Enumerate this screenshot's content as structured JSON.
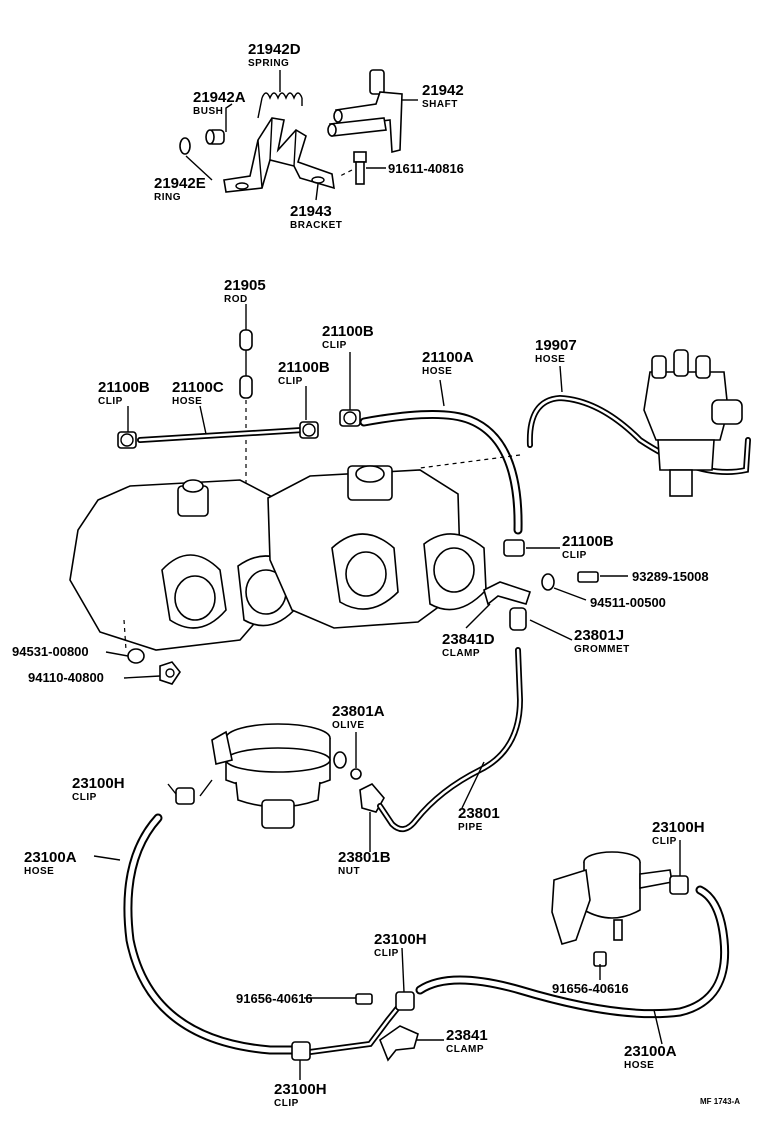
{
  "labels": [
    {
      "id": "21942D",
      "number": "21942D",
      "name": "SPRING"
    },
    {
      "id": "21942A",
      "number": "21942A",
      "name": "BUSH"
    },
    {
      "id": "21942",
      "number": "21942",
      "name": "SHAFT"
    },
    {
      "id": "91611-40816",
      "number": "91611-40816",
      "name": ""
    },
    {
      "id": "21942E",
      "number": "21942E",
      "name": "RING"
    },
    {
      "id": "21943",
      "number": "21943",
      "name": "BRACKET"
    },
    {
      "id": "21905",
      "number": "21905",
      "name": "ROD"
    },
    {
      "id": "21100B_top",
      "number": "21100B",
      "name": "CLIP"
    },
    {
      "id": "21100A_top",
      "number": "21100A",
      "name": "HOSE"
    },
    {
      "id": "19907",
      "number": "19907",
      "name": "HOSE"
    },
    {
      "id": "21100B_mid",
      "number": "21100B",
      "name": "CLIP"
    },
    {
      "id": "21100B_left",
      "number": "21100B",
      "name": "CLIP"
    },
    {
      "id": "21100C",
      "number": "21100C",
      "name": "HOSE"
    },
    {
      "id": "21100B_right",
      "number": "21100B",
      "name": "CLIP"
    },
    {
      "id": "93289-15008",
      "number": "93289-15008",
      "name": ""
    },
    {
      "id": "94511-00500",
      "number": "94511-00500",
      "name": ""
    },
    {
      "id": "23841D",
      "number": "23841D",
      "name": "CLAMP"
    },
    {
      "id": "23801J",
      "number": "23801J",
      "name": "GROMMET"
    },
    {
      "id": "94531-00800",
      "number": "94531-00800",
      "name": ""
    },
    {
      "id": "94110-40800",
      "number": "94110-40800",
      "name": ""
    },
    {
      "id": "23801A",
      "number": "23801A",
      "name": "OLIVE"
    },
    {
      "id": "23100H_a",
      "number": "23100H",
      "name": "CLIP"
    },
    {
      "id": "23801",
      "number": "23801",
      "name": "PIPE"
    },
    {
      "id": "23801B",
      "number": "23801B",
      "name": "NUT"
    },
    {
      "id": "23100A_left",
      "number": "23100A",
      "name": "HOSE"
    },
    {
      "id": "23100H_b",
      "number": "23100H",
      "name": "CLIP"
    },
    {
      "id": "23100H_c",
      "number": "23100H",
      "name": "CLIP"
    },
    {
      "id": "91656-40616_a",
      "number": "91656-40616",
      "name": ""
    },
    {
      "id": "91656-40616_b",
      "number": "91656-40616",
      "name": ""
    },
    {
      "id": "23841",
      "number": "23841",
      "name": "CLAMP"
    },
    {
      "id": "23100A_right",
      "number": "23100A",
      "name": "HOSE"
    },
    {
      "id": "23100H_d",
      "number": "23100H",
      "name": "CLIP"
    }
  ],
  "reference": "MF 1743-A",
  "colors": {
    "ink": "#000000",
    "paper": "#ffffff"
  }
}
